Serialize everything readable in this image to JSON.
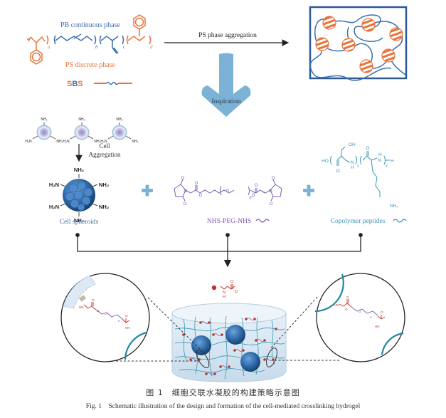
{
  "colors": {
    "pb_blue": "#3d6fb0",
    "ps_orange": "#e8733a",
    "arrow_blue": "#7bb2d6",
    "peg_purple": "#7b5cb0",
    "peptide_teal": "#3a94b4",
    "spheroid_blue": "#2f69a8",
    "crosslink_red": "#c0302a",
    "network_teal": "#1f8aa0"
  },
  "sbs": {
    "pb_label": "PB continuous phase",
    "ps_label": "PS discrete phase",
    "subscripts": [
      "a",
      "b",
      "c",
      "d"
    ],
    "name_s1": "S",
    "name_b": "B",
    "name_s2": "S"
  },
  "aggregation": {
    "label": "PS phase aggregation"
  },
  "inspiration": {
    "label": "Inspiration"
  },
  "cells": {
    "groups": [
      "NH₂",
      "H₂N",
      "NH₂"
    ],
    "aggregation_label_line1": "Cell",
    "aggregation_label_line2": "Aggregation"
  },
  "spheroid": {
    "groups": [
      "NH₂",
      "H₂N",
      "NH₂",
      "H₂N",
      "NH₂",
      "NH₂"
    ],
    "label": "Cell spheroids"
  },
  "peg": {
    "label": "NHS-PEG-NHS",
    "atoms": [
      "O",
      "N",
      "O",
      "O",
      "O",
      "O",
      "n",
      "O",
      "O",
      "N",
      "O",
      "O"
    ]
  },
  "peptide": {
    "label": "Copolymer peptides",
    "atoms": [
      "OH",
      "HO",
      "O",
      "N",
      "H",
      "x",
      "O",
      "H",
      "N",
      "y",
      "H",
      "NH₂"
    ]
  },
  "carbamate": {
    "atoms": [
      "N",
      "H",
      "O",
      "O"
    ]
  },
  "zoom_left": {
    "atoms": [
      "HN",
      "O",
      "O",
      "O",
      "n",
      "O",
      "HN"
    ]
  },
  "zoom_right": {
    "atoms": [
      "HN",
      "O",
      "O",
      "O",
      "n",
      "O",
      "HN"
    ]
  },
  "captions": {
    "cn": "图 1　细胞交联水凝胶的构建策略示意图",
    "en": "Fig. 1　Schematic illustration of the design and formation of the cell-mediated crosslinking hydrogel"
  }
}
